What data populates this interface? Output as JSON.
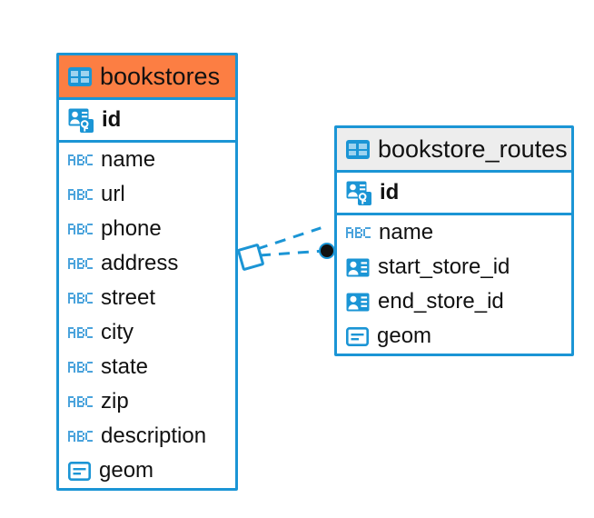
{
  "diagram": {
    "type": "entity-relationship-diagram",
    "background": "#ffffff",
    "accent_color": "#1b95d5",
    "selected_header_color": "#fc7e43",
    "header_color": "#ededed"
  },
  "entities": [
    {
      "name": "bookstores",
      "selected": true,
      "icon": "table-icon",
      "primary_key": {
        "label": "id",
        "icon": "primary-key-icon"
      },
      "fields": [
        {
          "label": "name",
          "icon": "text-abc-icon"
        },
        {
          "label": "url",
          "icon": "text-abc-icon"
        },
        {
          "label": "phone",
          "icon": "text-abc-icon"
        },
        {
          "label": "address",
          "icon": "text-abc-icon"
        },
        {
          "label": "street",
          "icon": "text-abc-icon"
        },
        {
          "label": "city",
          "icon": "text-abc-icon"
        },
        {
          "label": "state",
          "icon": "text-abc-icon"
        },
        {
          "label": "zip",
          "icon": "text-abc-icon"
        },
        {
          "label": "description",
          "icon": "text-abc-icon"
        },
        {
          "label": "geom",
          "icon": "geometry-icon"
        }
      ]
    },
    {
      "name": "bookstore_routes",
      "selected": false,
      "icon": "table-icon",
      "primary_key": {
        "label": "id",
        "icon": "primary-key-icon"
      },
      "fields": [
        {
          "label": "name",
          "icon": "text-abc-icon"
        },
        {
          "label": "start_store_id",
          "icon": "foreign-key-icon"
        },
        {
          "label": "end_store_id",
          "icon": "foreign-key-icon"
        },
        {
          "label": "geom",
          "icon": "geometry-icon"
        }
      ]
    }
  ],
  "relationship": {
    "style": "dashed",
    "color": "#1b95d5",
    "source_marker": "rhombus-outline",
    "target_marker": "filled-circle",
    "target_marker_color": "#111111"
  }
}
